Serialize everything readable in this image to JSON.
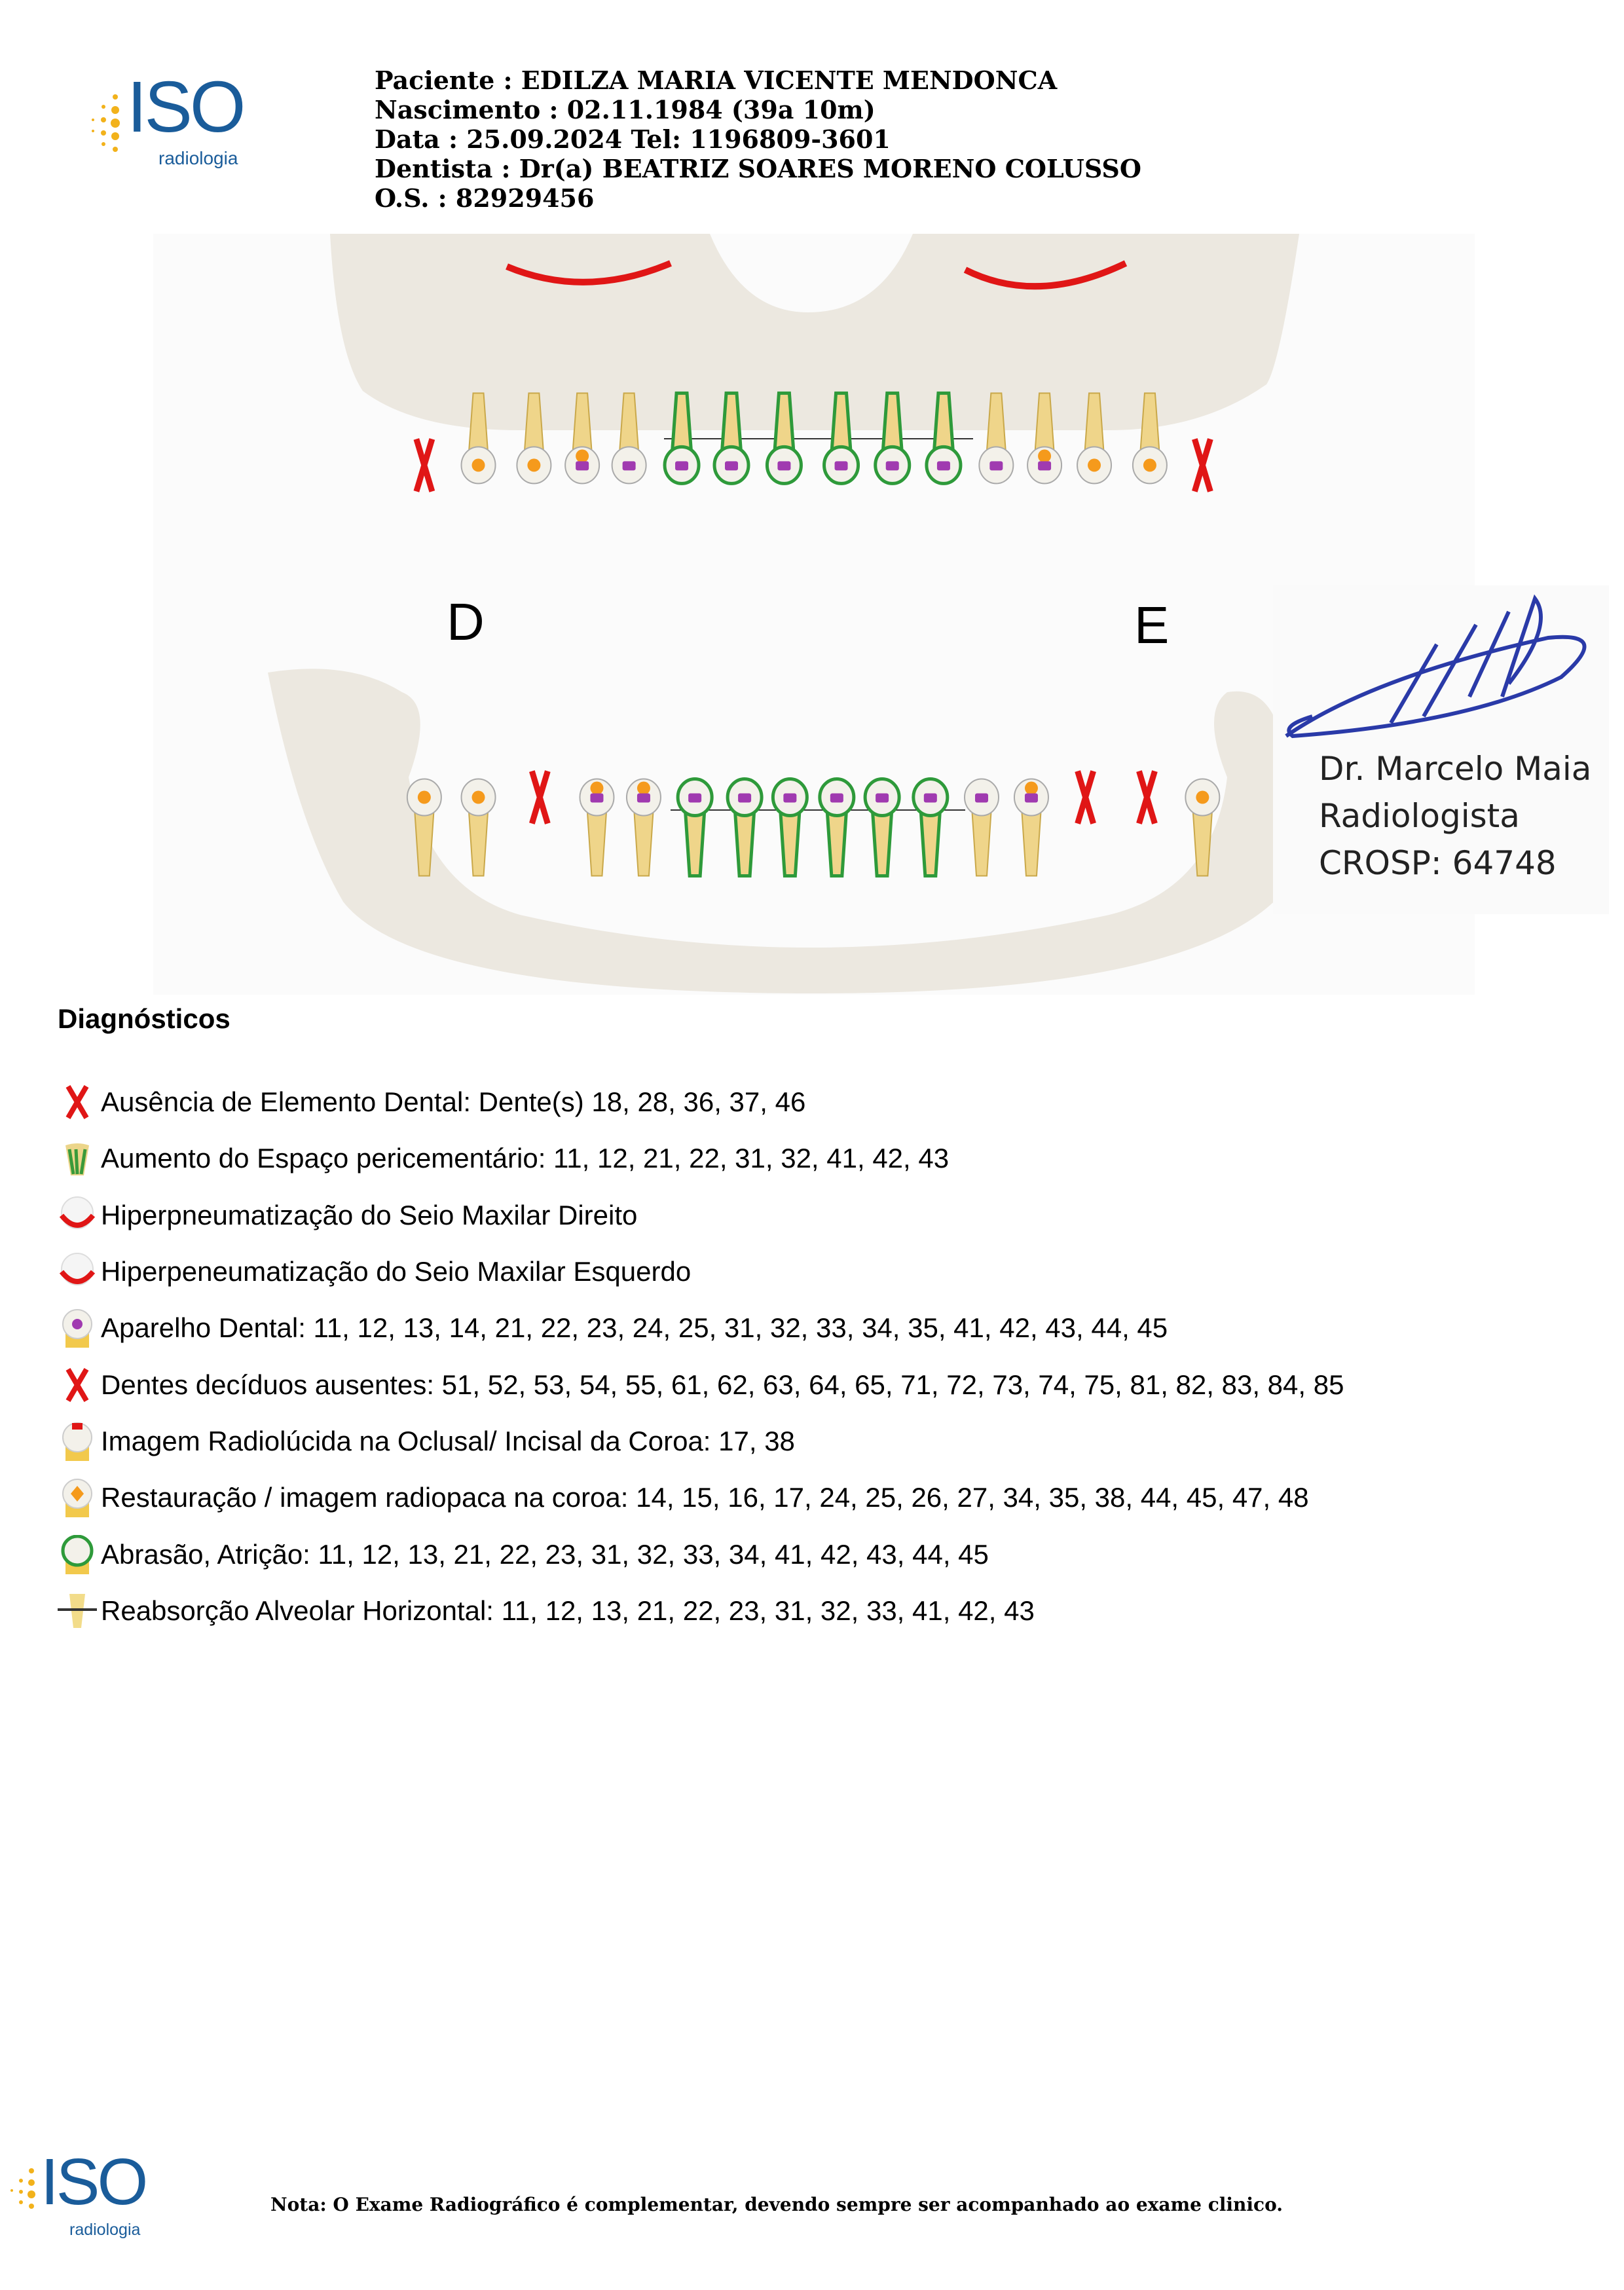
{
  "logo": {
    "brand": "ISO",
    "subtitle": "radiologia",
    "accent": "#f2b21b",
    "color": "#1a5c9a"
  },
  "header": {
    "patient": "Paciente : EDILZA MARIA VICENTE MENDONCA",
    "birth": "Nascimento : 02.11.1984 (39a 10m)",
    "date": "Data : 25.09.2024 Tel: 1196809-3601",
    "dentist": "Dentista : Dr(a) BEATRIZ SOARES MORENO COLUSSO",
    "os": "O.S. : 82929456"
  },
  "chart": {
    "right_label": "D",
    "left_label": "E"
  },
  "signature": {
    "name": "Dr. Marcelo Maia",
    "role": "Radiologista",
    "crosp": "CROSP: 64748"
  },
  "diagnostics": {
    "title": "Diagnósticos",
    "items": [
      {
        "icon": "missing-x",
        "text": "Ausência de Elemento Dental: Dente(s) 18, 28, 36, 37, 46"
      },
      {
        "icon": "pericementum",
        "text": "Aumento do Espaço pericementário: 11, 12, 21, 22, 31, 32, 41, 42, 43"
      },
      {
        "icon": "sinus",
        "text": "Hiperpneumatização do Seio Maxilar Direito"
      },
      {
        "icon": "sinus",
        "text": "Hiperpeneumatização do Seio Maxilar Esquerdo"
      },
      {
        "icon": "braces",
        "text": "Aparelho Dental: 11, 12, 13, 14, 21, 22, 23, 24, 25, 31, 32, 33, 34, 35, 41, 42, 43, 44, 45"
      },
      {
        "icon": "missing-x",
        "text": "Dentes decíduos ausentes: 51, 52, 53, 54, 55, 61, 62, 63, 64, 65, 71, 72, 73, 74, 75, 81, 82, 83, 84, 85"
      },
      {
        "icon": "radiolucent",
        "text": "Imagem Radiolúcida na Oclusal/ Incisal da Coroa: 17, 38"
      },
      {
        "icon": "restoration",
        "text": "Restauração / imagem radiopaca na coroa: 14, 15, 16, 17, 24, 25, 26, 27, 34, 35, 38, 44, 45, 47, 48"
      },
      {
        "icon": "abrasion",
        "text": "Abrasão, Atrição: 11, 12, 13, 21, 22, 23, 31, 32, 33, 34, 41, 42, 43, 44, 45"
      },
      {
        "icon": "bone-resorption",
        "text": "Reabsorção Alveolar Horizontal: 11, 12, 13, 21, 22, 23, 31, 32, 33, 41, 42, 43"
      }
    ]
  },
  "footer": {
    "note": "Nota: O Exame Radiográfico é complementar, devendo sempre ser acompanhado ao exame clinico."
  }
}
